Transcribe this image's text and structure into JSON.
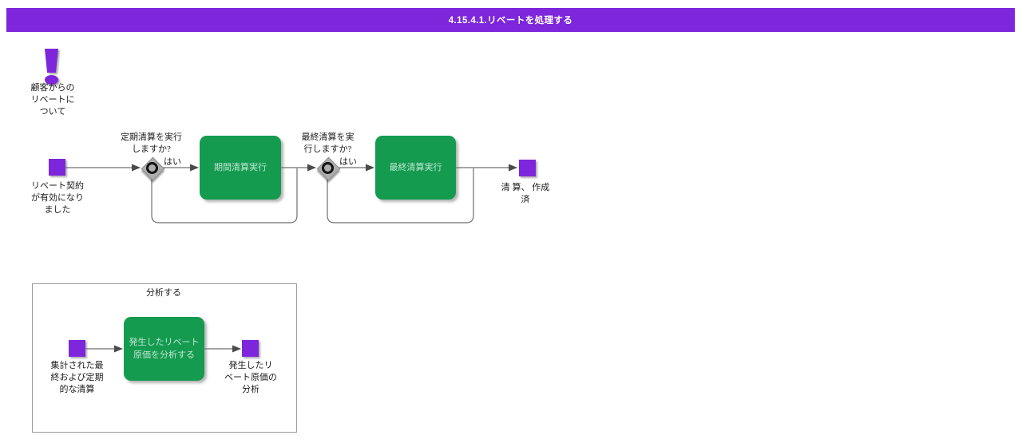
{
  "header": {
    "title": "4.15.4.1.リベートを処理する"
  },
  "note": {
    "label": "顧客からの\nリベートに\nついて"
  },
  "main_flow": {
    "start_event": {
      "label": "リベート契約\nが有効になり\nました"
    },
    "gateway_periodic": {
      "question": "定期清算を実行\nしますか?",
      "yes": "はい"
    },
    "task_periodic": {
      "label": "期間清算実行"
    },
    "gateway_final": {
      "question": "最終清算を実\n行しますか?",
      "yes": "はい"
    },
    "task_final": {
      "label": "最終清算実行"
    },
    "end_event": {
      "label": "清 算、 作成\n済"
    }
  },
  "analysis": {
    "title": "分析する",
    "start_event": {
      "label": "集計された最\n終および定期\n的な清算"
    },
    "task": {
      "label": "発生したリベート\n原価を分析する"
    },
    "end_event": {
      "label": "発生したリ\nベート原価の\n分析"
    }
  },
  "colors": {
    "purple": "#7D26DB",
    "green": "#149B50",
    "green-text": "#C2E5D1",
    "line": "#6F6F6F",
    "diamond": "#AFAFAF"
  }
}
